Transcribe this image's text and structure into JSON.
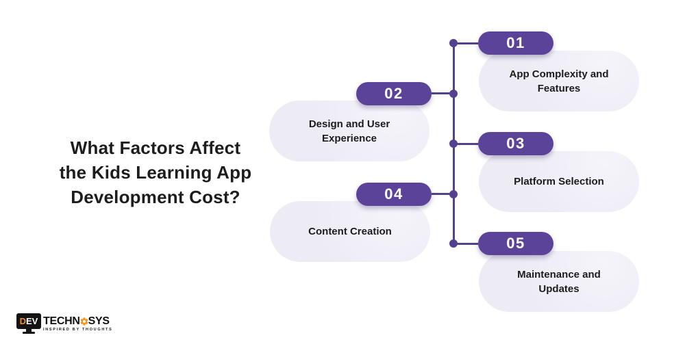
{
  "title": {
    "lines": [
      "What Factors Affect",
      "the Kids Learning App",
      "Development Cost?"
    ]
  },
  "items": [
    {
      "number": "01",
      "label": "App Complexity and Features",
      "side": "right"
    },
    {
      "number": "02",
      "label": "Design and User Experience",
      "side": "left"
    },
    {
      "number": "03",
      "label": "Platform Selection",
      "side": "right"
    },
    {
      "number": "04",
      "label": "Content Creation",
      "side": "left"
    },
    {
      "number": "05",
      "label": "Maintenance and Updates",
      "side": "right"
    }
  ],
  "colors": {
    "accent_purple": "#5b4399",
    "timeline_purple": "#53408f",
    "card_background": "#edebf4",
    "title_text": "#1d1d1d",
    "number_text": "#ffffff",
    "logo_orange": "#f7941d",
    "logo_dark": "#141414"
  },
  "logo": {
    "monitor_letter_accent": "D",
    "monitor_letters_rest": "EV",
    "brand_prefix": "TECHN",
    "brand_suffix": "SYS",
    "tagline": "INSPIRED BY THOUGHTS"
  }
}
